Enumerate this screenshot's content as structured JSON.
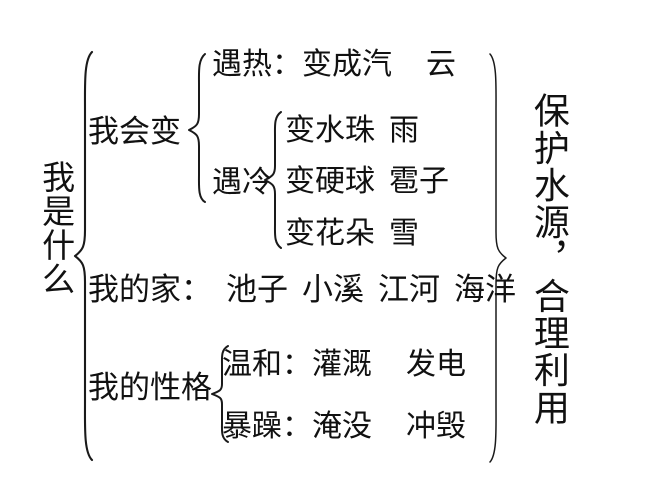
{
  "diagram": {
    "title": "我是什么",
    "root": {
      "label": "我是什么",
      "orientation": "vertical"
    },
    "conclusion": {
      "label": "保护水源，合理利用",
      "orientation": "vertical"
    },
    "branches": [
      {
        "id": "bian",
        "label": "我会变",
        "children": [
          {
            "id": "yure",
            "label": "遇热：变成汽",
            "example": "云"
          },
          {
            "id": "yuleng",
            "label": "遇冷",
            "children": [
              {
                "id": "shuizhu",
                "label": "变水珠",
                "example": "雨"
              },
              {
                "id": "yingqiu",
                "label": "变硬球",
                "example": "雹子"
              },
              {
                "id": "huaduo",
                "label": "变花朵",
                "example": "雪"
              }
            ]
          }
        ]
      },
      {
        "id": "home",
        "label": "我的家：",
        "items": [
          "池子",
          "小溪",
          "江河",
          "海洋"
        ]
      },
      {
        "id": "xingge",
        "label": "我的性格",
        "children": [
          {
            "id": "wenhe",
            "label": "温和：灌溉",
            "example": "发电"
          },
          {
            "id": "baozao",
            "label": "暴躁：淹没",
            "example": "冲毁"
          }
        ]
      }
    ]
  },
  "text": {
    "root_label": "我是什么",
    "conclusion_label": "保护水源，合理利用",
    "bian": "我会变",
    "yure": "遇热：变成汽",
    "yure_example": "云",
    "yuleng": "遇冷",
    "shuizhu": "变水珠",
    "shuizhu_example": "雨",
    "yingqiu": "变硬球",
    "yingqiu_example": "雹子",
    "huaduo": "变花朵",
    "huaduo_example": "雪",
    "home_label": "我的家：",
    "home_1": "池子",
    "home_2": "小溪",
    "home_3": "江河",
    "home_4": "海洋",
    "xingge": "我的性格",
    "wenhe": "温和：灌溉",
    "wenhe_example": "发电",
    "baozao": "暴躁：淹没",
    "baozao_example": "冲毁"
  },
  "colors": {
    "background": "#ffffff",
    "text": "#111111",
    "stroke": "#1a1a1a"
  }
}
